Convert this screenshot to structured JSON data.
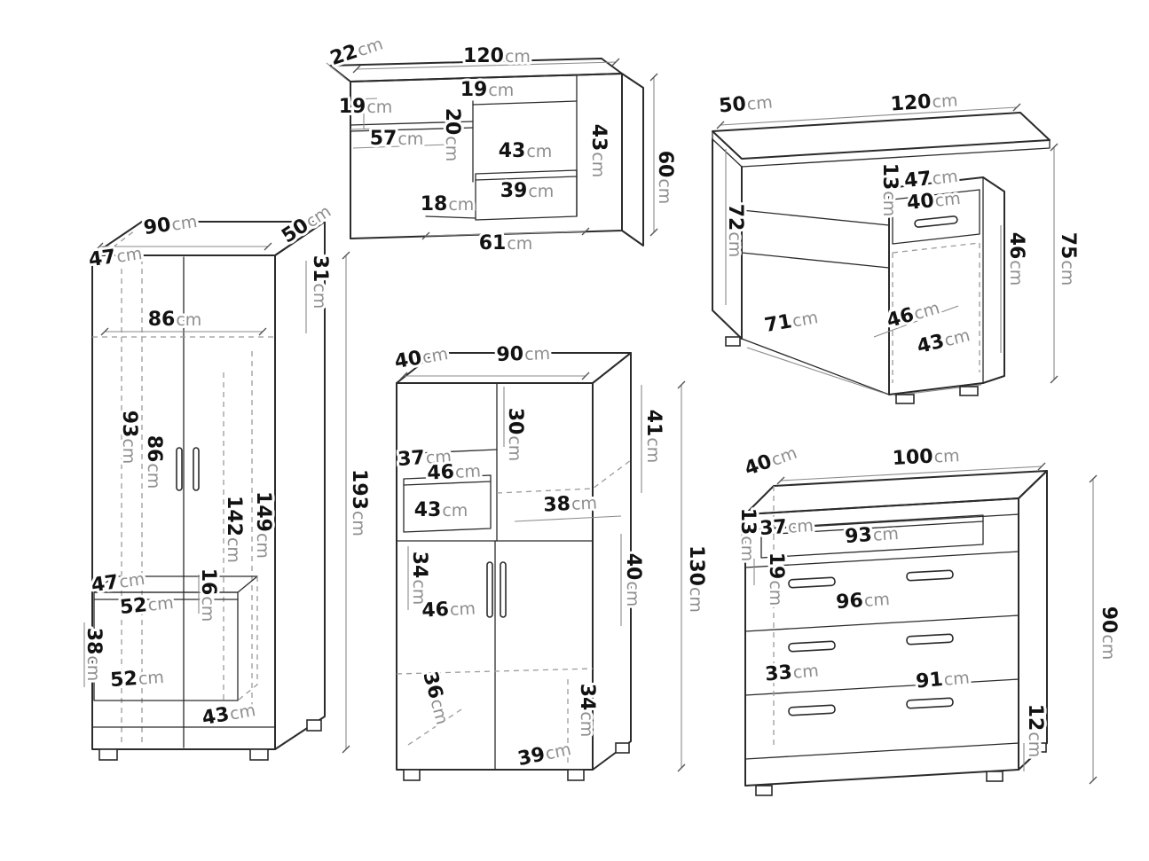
{
  "unit": "cm",
  "colors": {
    "line": "#2b2b2b",
    "hidden_line": "#9b9b9b",
    "dimension_value": "#121212",
    "dimension_unit": "#8e8e8e",
    "background": "#ffffff"
  },
  "shelf": [
    "22",
    "120",
    "19",
    "19",
    "57",
    "20",
    "43",
    "39",
    "18",
    "43",
    "60",
    "61"
  ],
  "desk": [
    "50",
    "120",
    "72",
    "13",
    "47",
    "40",
    "46",
    "75",
    "71",
    "46",
    "43"
  ],
  "wardrobe": [
    "90",
    "50",
    "47",
    "31",
    "86",
    "93",
    "86",
    "142",
    "149",
    "193",
    "47",
    "52",
    "16",
    "38",
    "52",
    "43"
  ],
  "cabinet": [
    "40",
    "90",
    "37",
    "46",
    "30",
    "41",
    "43",
    "38",
    "34",
    "46",
    "40",
    "130",
    "36",
    "34",
    "39"
  ],
  "dresser": [
    "40",
    "100",
    "13",
    "37",
    "93",
    "19",
    "96",
    "33",
    "91",
    "12",
    "90"
  ]
}
